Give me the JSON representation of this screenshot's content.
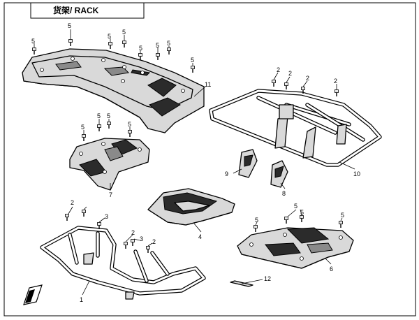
{
  "title": "货架/ RACK",
  "callouts": {
    "c5_a": "5",
    "c5_b": "5",
    "c5_c": "5",
    "c5_d": "5",
    "c5_e": "5",
    "c5_f": "5",
    "c5_g": "5",
    "c5_h": "5",
    "c11": "11",
    "c5_i": "5",
    "c5_j": "5",
    "c5_k": "5",
    "c5_l": "5",
    "c7": "7",
    "c2_a": "2",
    "c2_b": "2",
    "c2_c": "2",
    "c2_d": "2",
    "c10": "10",
    "c9": "9",
    "c8": "8",
    "c4": "4",
    "c2_e": "2",
    "c3_a": "3",
    "c2_f": "2",
    "c3_b": "3",
    "c2_g": "2",
    "c1": "1",
    "c5_m": "5",
    "c5_n": "5",
    "c5_o": "5",
    "c5_p": "5",
    "c6": "6",
    "c12": "12"
  }
}
